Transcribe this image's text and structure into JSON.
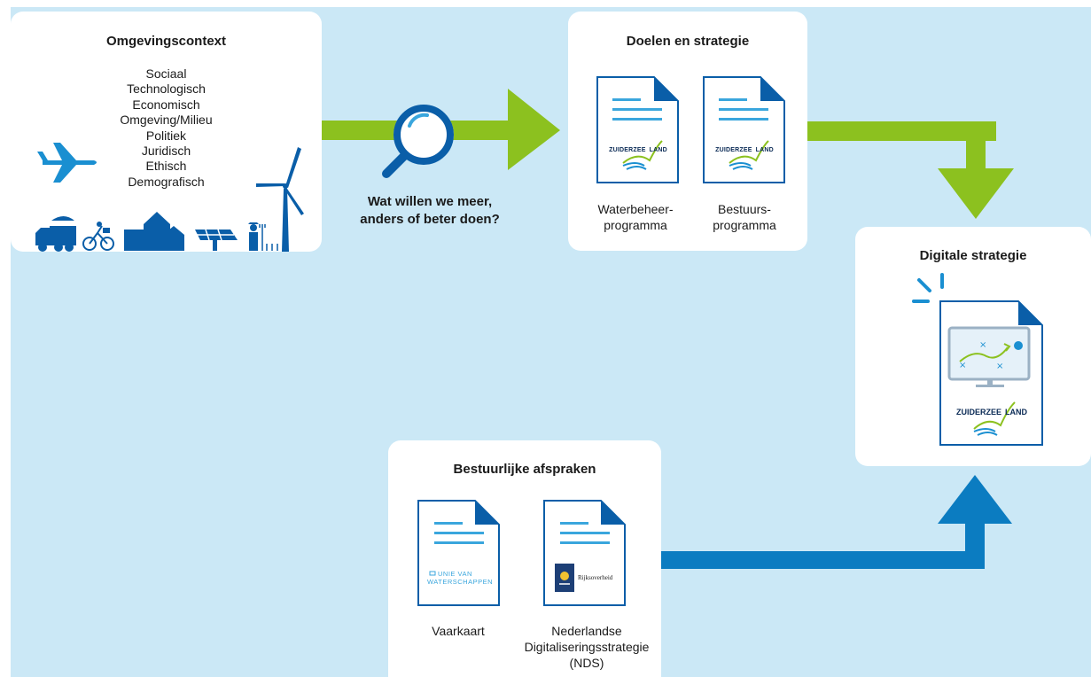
{
  "colors": {
    "background": "#cbe8f6",
    "green_arrow": "#8cc11f",
    "blue_arrow": "#0b7cc1",
    "dark_blue": "#0a5ea8",
    "doc_line": "#3aa6dd",
    "icon_blue": "#0a67b1"
  },
  "omgevingscontext": {
    "title": "Omgevingscontext",
    "factors": [
      "Sociaal",
      "Technologisch",
      "Economisch",
      "Omgeving/Milieu",
      "Politiek",
      "Juridisch",
      "Ethisch",
      "Demografisch"
    ]
  },
  "question": "Wat willen we meer, anders of beter doen?",
  "doelen": {
    "title": "Doelen en strategie",
    "documents": [
      {
        "label": "Waterbeheer-\nprogramma",
        "logo": "ZUIDERZEELAND",
        "logo_word": "ZUIDERZEE",
        "logo_suffix": "LAND"
      },
      {
        "label": "Bestuurs-\nprogramma",
        "logo": "ZUIDERZEELAND",
        "logo_word": "ZUIDERZEE",
        "logo_suffix": "LAND"
      }
    ]
  },
  "digitale": {
    "title": "Digitale strategie",
    "logo_word": "ZUIDERZEE",
    "logo_suffix": "LAND"
  },
  "bestuurlijke": {
    "title": "Bestuurlijke afspraken",
    "documents": [
      {
        "label": "Vaarkaart",
        "logo_line1": "UNIE VAN",
        "logo_line2": "WATERSCHAPPEN"
      },
      {
        "label": "Nederlandse\nDigitaliseringsstrategie\n(NDS)",
        "logo_text": "Rijksoverheid"
      }
    ]
  },
  "icons": [
    "airplane-icon",
    "truck-icon",
    "cyclist-icon",
    "church-icon",
    "house-icon",
    "solar-panel-icon",
    "farmer-icon",
    "wind-turbine-icon",
    "magnifier-icon",
    "document-icon",
    "monitor-map-icon",
    "sparkle-icon"
  ]
}
